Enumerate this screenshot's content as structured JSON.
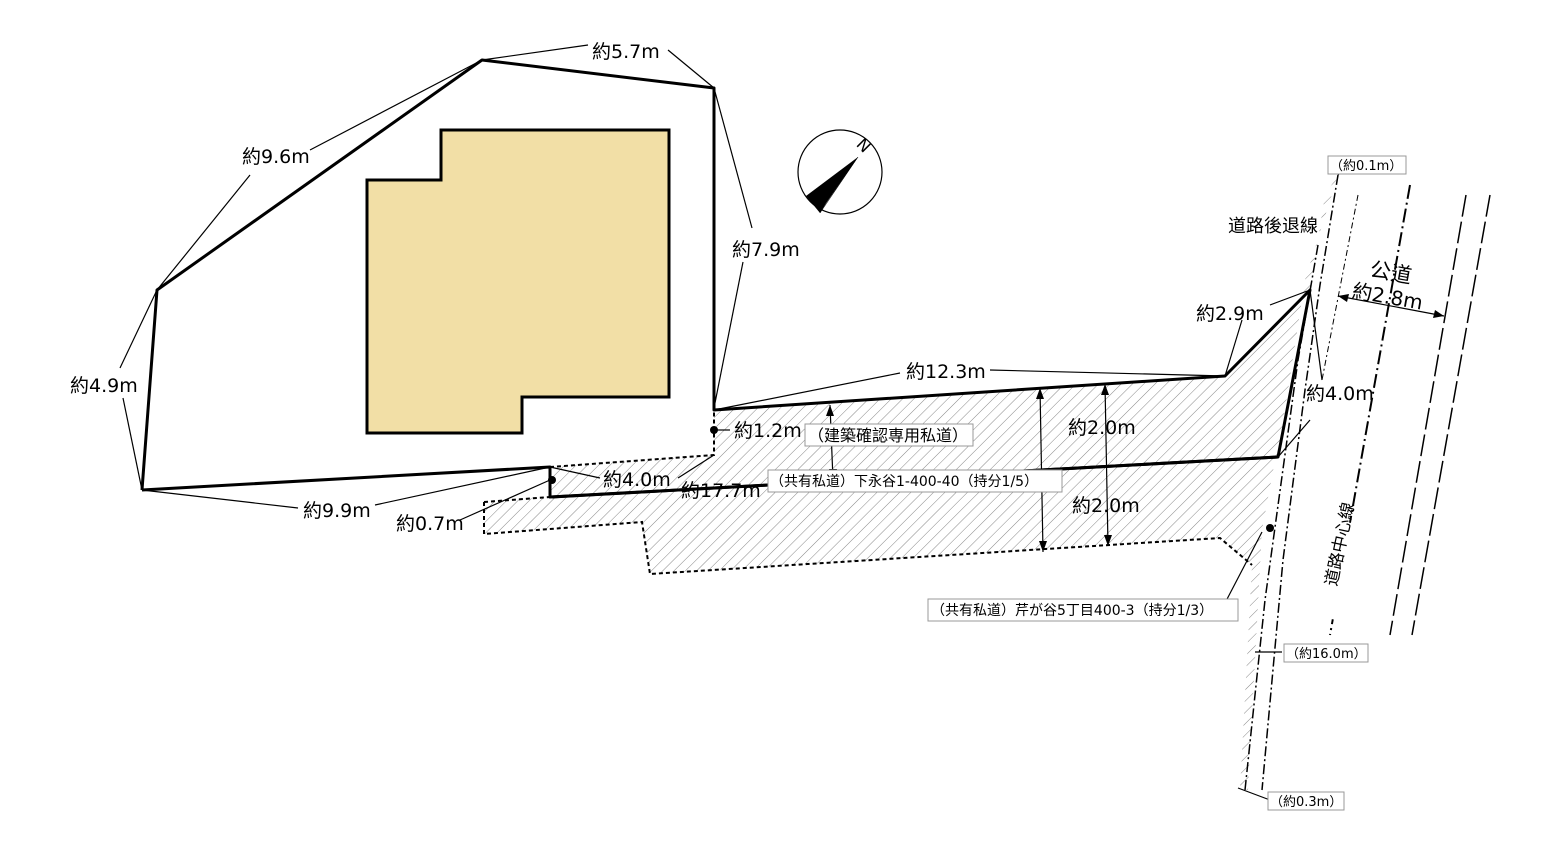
{
  "diagram": {
    "dimensions": {
      "top": "約5.7m",
      "upper_left": "約9.6m",
      "right": "約7.9m",
      "left": "約4.9m",
      "bottom": "約9.9m",
      "small_offset": "約0.7m",
      "access_width": "約1.2m",
      "access_diag": "約4.0m",
      "private_road_length": "約17.7m",
      "upper_road_length": "約12.3m",
      "corner_segment": "約2.9m",
      "road_width_upper": "約2.0m",
      "road_width_lower": "約2.0m",
      "right_segment": "約4.0m"
    },
    "notes": {
      "building_private_road": "（建築確認専用私道）",
      "shared_road_1": "（共有私道）下永谷1-400-40（持分1/5）",
      "shared_road_2": "（共有私道）芹が谷5丁目400-3（持分1/3）",
      "setback_top": "（約0.1m）",
      "setback_mid": "（約16.0m）",
      "setback_bottom": "（約0.3m）",
      "setback_line": "道路後退線",
      "center_line": "道路中心線",
      "public_road": "公道",
      "public_road_width": "約2.8m"
    },
    "compass": {
      "north_label": "N"
    },
    "colors": {
      "building": "#f2dfa6",
      "hatch": "#888888",
      "line": "#000000",
      "background": "#ffffff"
    }
  }
}
